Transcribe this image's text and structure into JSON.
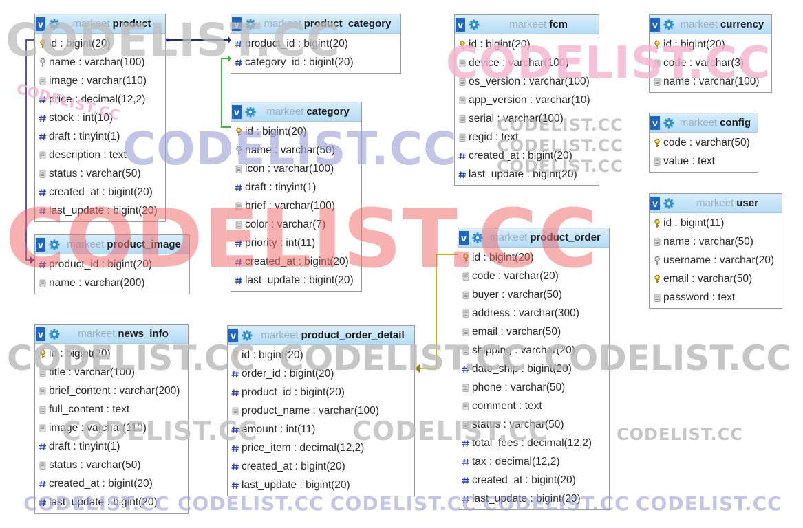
{
  "db": "markeet",
  "tables": [
    {
      "id": "product",
      "name": "product",
      "cols": [
        {
          "t": "key",
          "n": "id : bigint(20)"
        },
        {
          "t": "idx",
          "n": "name : varchar(100)"
        },
        {
          "t": "col",
          "n": "image : varchar(110)"
        },
        {
          "t": "num",
          "n": "price : decimal(12,2)"
        },
        {
          "t": "num",
          "n": "stock : int(10)"
        },
        {
          "t": "num",
          "n": "draft : tinyint(1)"
        },
        {
          "t": "col",
          "n": "description : text"
        },
        {
          "t": "col",
          "n": "status : varchar(50)"
        },
        {
          "t": "num",
          "n": "created_at : bigint(20)"
        },
        {
          "t": "num",
          "n": "last_update : bigint(20)"
        }
      ]
    },
    {
      "id": "product_category",
      "name": "product_category",
      "cols": [
        {
          "t": "num",
          "n": "product_id : bigint(20)"
        },
        {
          "t": "num",
          "n": "category_id : bigint(20)"
        }
      ]
    },
    {
      "id": "fcm",
      "name": "fcm",
      "cols": [
        {
          "t": "key",
          "n": "id : bigint(20)"
        },
        {
          "t": "col",
          "n": "device : varchar(100)"
        },
        {
          "t": "col",
          "n": "os_version : varchar(100)"
        },
        {
          "t": "col",
          "n": "app_version : varchar(10)"
        },
        {
          "t": "col",
          "n": "serial : varchar(100)"
        },
        {
          "t": "col",
          "n": "regid : text"
        },
        {
          "t": "num",
          "n": "created_at : bigint(20)"
        },
        {
          "t": "num",
          "n": "last_update : bigint(20)"
        }
      ]
    },
    {
      "id": "currency",
      "name": "currency",
      "cols": [
        {
          "t": "key",
          "n": "id : bigint(20)"
        },
        {
          "t": "col",
          "n": "code : varchar(3)"
        },
        {
          "t": "col",
          "n": "name : varchar(100)"
        }
      ]
    },
    {
      "id": "category",
      "name": "category",
      "cols": [
        {
          "t": "key",
          "n": "id : bigint(20)"
        },
        {
          "t": "idx",
          "n": "name : varchar(50)"
        },
        {
          "t": "col",
          "n": "icon : varchar(100)"
        },
        {
          "t": "num",
          "n": "draft : tinyint(1)"
        },
        {
          "t": "col",
          "n": "brief : varchar(100)"
        },
        {
          "t": "col",
          "n": "color : varchar(7)"
        },
        {
          "t": "num",
          "n": "priority : int(11)"
        },
        {
          "t": "num",
          "n": "created_at : bigint(20)"
        },
        {
          "t": "num",
          "n": "last_update : bigint(20)"
        }
      ]
    },
    {
      "id": "config",
      "name": "config",
      "cols": [
        {
          "t": "key",
          "n": "code : varchar(50)"
        },
        {
          "t": "col",
          "n": "value : text"
        }
      ]
    },
    {
      "id": "user",
      "name": "user",
      "cols": [
        {
          "t": "key",
          "n": "id : bigint(11)"
        },
        {
          "t": "col",
          "n": "name : varchar(50)"
        },
        {
          "t": "idx",
          "n": "username : varchar(20)"
        },
        {
          "t": "key",
          "n": "email : varchar(50)"
        },
        {
          "t": "col",
          "n": "password : text"
        }
      ]
    },
    {
      "id": "product_image",
      "name": "product_image",
      "cols": [
        {
          "t": "num",
          "n": "product_id : bigint(20)"
        },
        {
          "t": "col",
          "n": "name : varchar(200)"
        }
      ]
    },
    {
      "id": "product_order",
      "name": "product_order",
      "cols": [
        {
          "t": "key",
          "n": "id : bigint(20)"
        },
        {
          "t": "col",
          "n": "code : varchar(20)"
        },
        {
          "t": "col",
          "n": "buyer : varchar(50)"
        },
        {
          "t": "col",
          "n": "address : varchar(300)"
        },
        {
          "t": "col",
          "n": "email : varchar(50)"
        },
        {
          "t": "col",
          "n": "shipping : varchar(20)"
        },
        {
          "t": "num",
          "n": "date_ship : bigint(20)"
        },
        {
          "t": "col",
          "n": "phone : varchar(50)"
        },
        {
          "t": "col",
          "n": "comment : text"
        },
        {
          "t": "col",
          "n": "status : varchar(50)"
        },
        {
          "t": "num",
          "n": "total_fees : decimal(12,2)"
        },
        {
          "t": "num",
          "n": "tax : decimal(12,2)"
        },
        {
          "t": "num",
          "n": "created_at : bigint(20)"
        },
        {
          "t": "num",
          "n": "last_update : bigint(20)"
        }
      ]
    },
    {
      "id": "news_info",
      "name": "news_info",
      "cols": [
        {
          "t": "key",
          "n": "id : bigint(20)"
        },
        {
          "t": "col",
          "n": "title : varchar(100)"
        },
        {
          "t": "col",
          "n": "brief_content : varchar(200)"
        },
        {
          "t": "col",
          "n": "full_content : text"
        },
        {
          "t": "col",
          "n": "image : varchar(110)"
        },
        {
          "t": "num",
          "n": "draft : tinyint(1)"
        },
        {
          "t": "col",
          "n": "status : varchar(50)"
        },
        {
          "t": "num",
          "n": "created_at : bigint(20)"
        },
        {
          "t": "num",
          "n": "last_update : bigint(20)"
        }
      ]
    },
    {
      "id": "product_order_detail",
      "name": "product_order_detail",
      "cols": [
        {
          "t": "key",
          "n": "id : bigint(20)"
        },
        {
          "t": "num",
          "n": "order_id : bigint(20)"
        },
        {
          "t": "num",
          "n": "product_id : bigint(20)"
        },
        {
          "t": "col",
          "n": "product_name : varchar(100)"
        },
        {
          "t": "num",
          "n": "amount : int(11)"
        },
        {
          "t": "num",
          "n": "price_item : decimal(12,2)"
        },
        {
          "t": "num",
          "n": "created_at : bigint(20)"
        },
        {
          "t": "num",
          "n": "last_update : bigint(20)"
        }
      ]
    }
  ],
  "watermark": "CODELIST.CC",
  "colors": {
    "header_top": "#d9eefb",
    "header_bottom": "#b4dcf6",
    "v_button": "#1f66c2",
    "gear": "#2b8fd6",
    "link_product": "#1c2a8c",
    "link_category": "#3ab43a",
    "link_image": "#5a4fb5",
    "link_order": "#c8b414",
    "wm_gray": "#bdbdbd",
    "wm_blue": "#9aa0d6",
    "wm_pink": "#f6b3cf",
    "wm_red": "#f06b6b"
  }
}
